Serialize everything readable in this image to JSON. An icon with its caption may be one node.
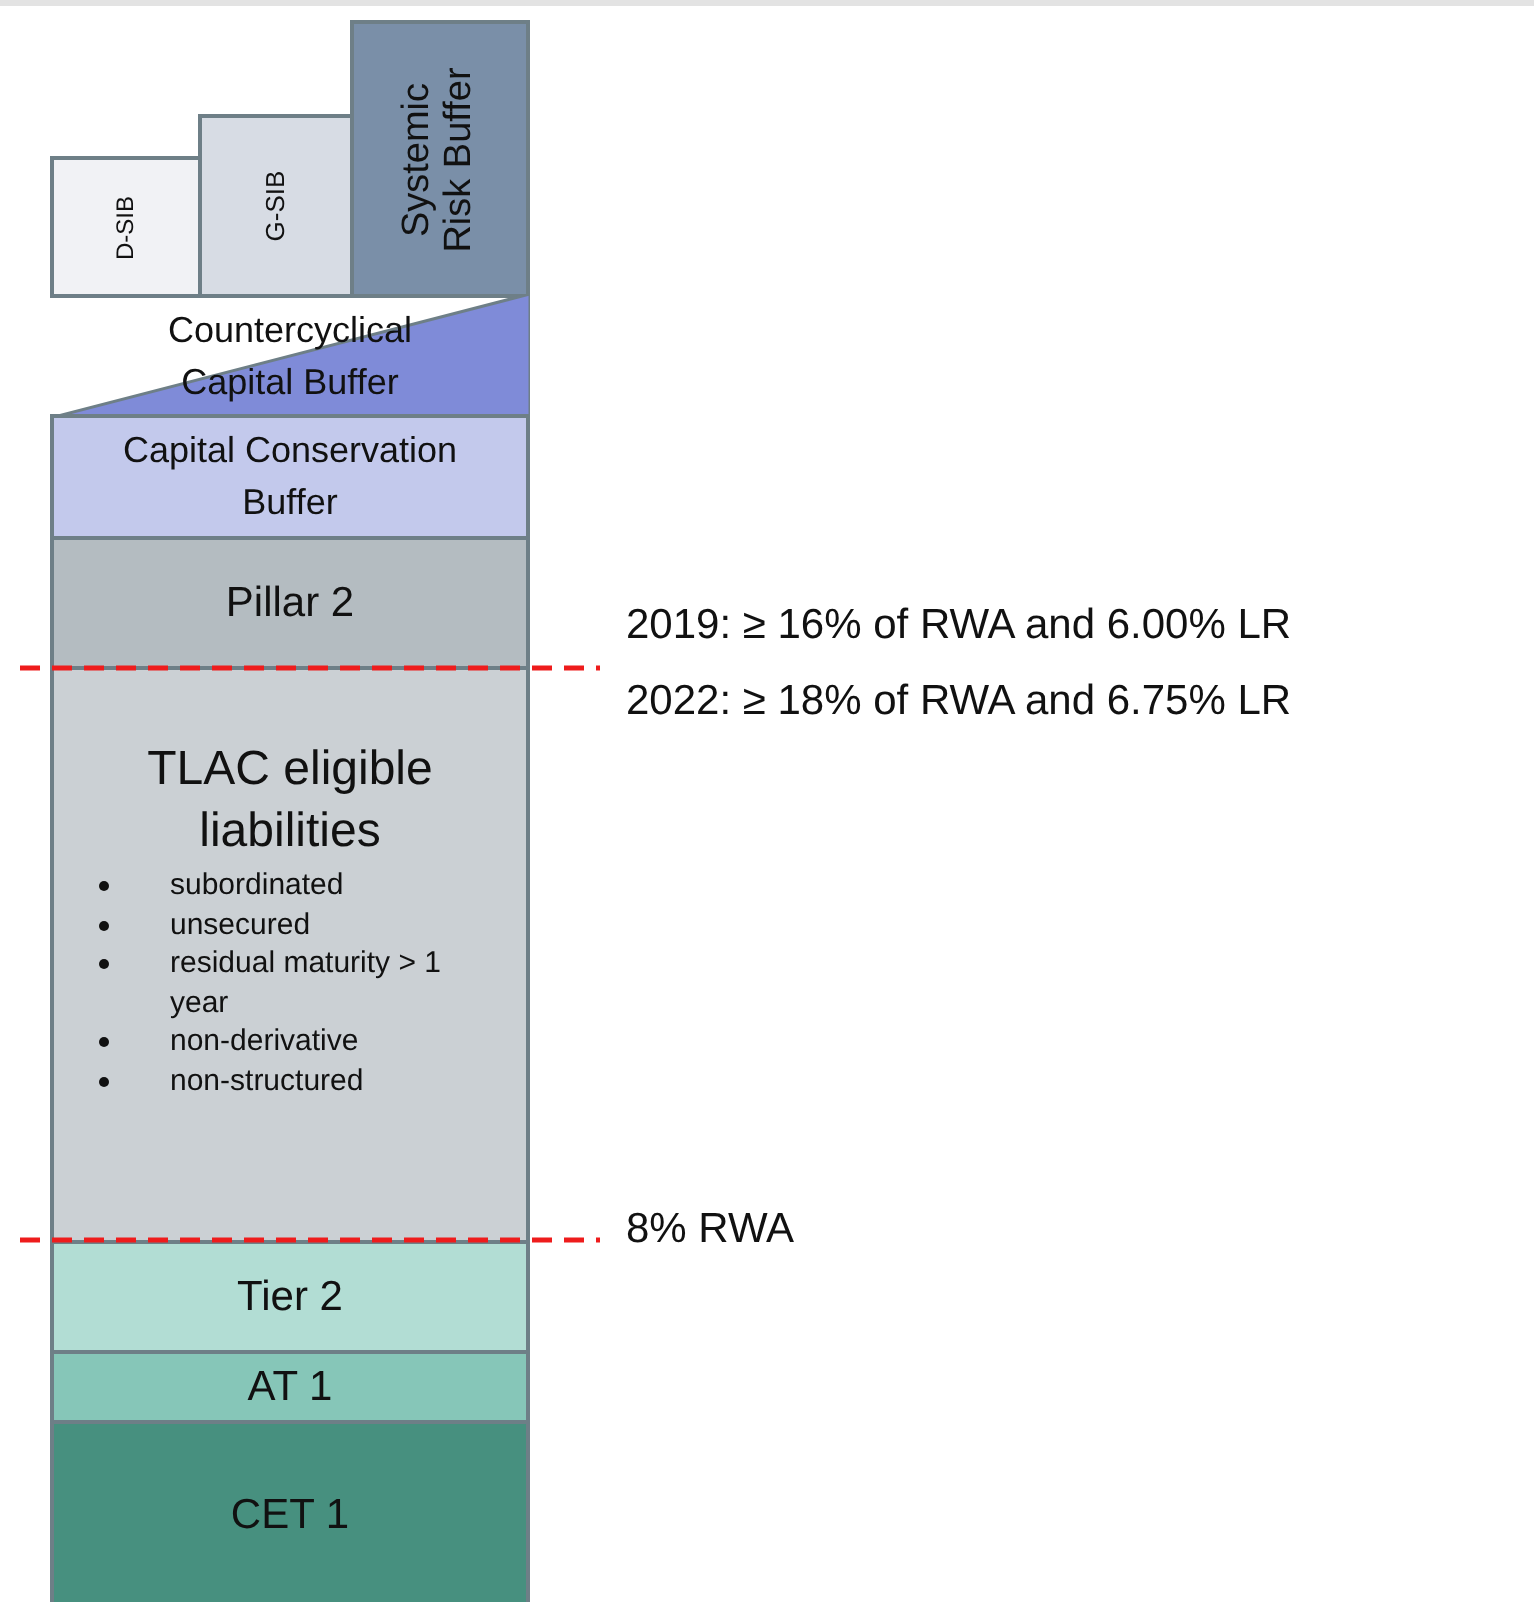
{
  "diagram": {
    "nodes": [
      {
        "text": [
          "D-SIB"
        ]
      },
      {
        "text": [
          "G-SIB"
        ]
      },
      {
        "text": [
          "Systemic Risk Buffer"
        ]
      },
      {
        "text": [
          "Countercyclical Capital Buffer"
        ]
      },
      {
        "text": [
          "Capital Conservation Buffer"
        ]
      },
      {
        "text": [
          "Pillar 2"
        ]
      },
      {
        "text": [
          "TLAC eligible liabilities",
          "subordinated",
          "unsecured",
          "residual maturity > 1 year",
          "non-derivative",
          "non-structured"
        ]
      },
      {
        "text": [
          "Tier 2"
        ]
      },
      {
        "text": [
          "AT 1"
        ]
      },
      {
        "text": [
          "CET 1"
        ]
      }
    ],
    "labels": [
      "2019: ≥ 16% of RWA and 6.00% LR",
      "2022: ≥ 18% of RWA and 6.75% LR",
      "8% RWA"
    ]
  }
}
